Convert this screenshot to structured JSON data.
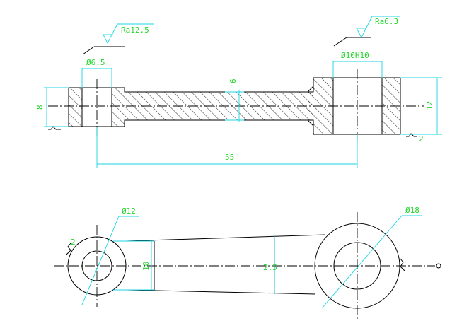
{
  "colors": {
    "background": "#ffffff",
    "outline": "#000000",
    "dimension": "#19d6e0",
    "annotation_text": "#22d62a"
  },
  "front_view": {
    "roughness_left": "Ra12.5",
    "roughness_right": "Ra6.3",
    "dia_small_hole": "Ø6.5",
    "dia_big_hole": "Ø10H10",
    "height_left": "8",
    "height_right": "12",
    "rod_thickness": "6",
    "center_distance": "55",
    "flatness_note": "2"
  },
  "top_view": {
    "dia_left_boss": "Ø12",
    "dia_right_boss": "Ø18",
    "rod_width_left": "10",
    "rod_width_right": "2.5",
    "flatness_note": "2"
  }
}
